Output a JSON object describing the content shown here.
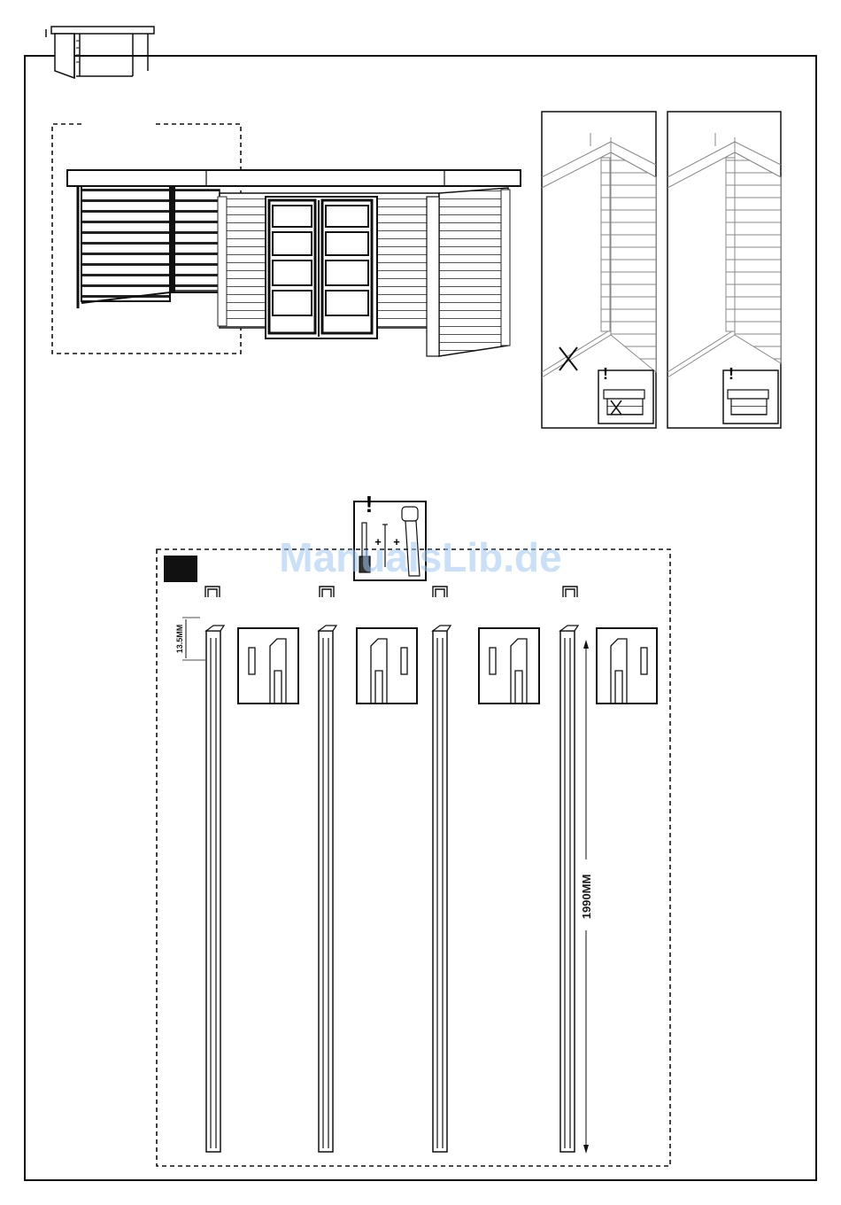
{
  "watermark": "ManualsLib.de",
  "dimensions": {
    "top_offset": "13.5MM",
    "length": "1990MM"
  },
  "warning_mark": "!",
  "tool_panel_symbols": {
    "plus": "+"
  },
  "icons": [
    "shed-thumbnail-icon",
    "warning-icon",
    "hammer-icon",
    "nail-icon",
    "saw-icon",
    "u-profile-icon",
    "step-marker-icon"
  ]
}
